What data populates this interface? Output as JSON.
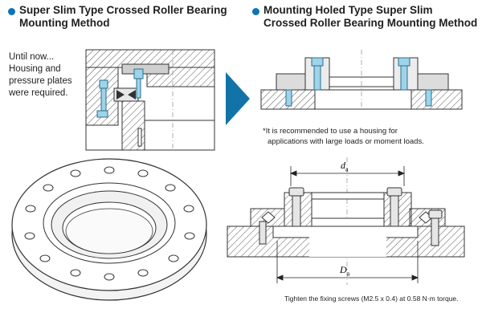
{
  "left_heading": {
    "line1": "Super Slim Type Crossed Roller Bearing",
    "line2": "Mounting Method"
  },
  "right_heading": {
    "line1": "Mounting Holed Type Super Slim",
    "line2": "Crossed Roller Bearing Mounting Method"
  },
  "left_note": [
    "Until now...",
    "Housing and",
    "pressure plates",
    "were required."
  ],
  "recommendation": [
    "*It is recommended to use a housing for",
    "applications with large loads or moment loads."
  ],
  "dimension_labels": {
    "top": {
      "symbol": "d",
      "subscript": "a"
    },
    "bottom": {
      "symbol": "D",
      "subscript": "a"
    }
  },
  "torque_note": "Tighten the fixing screws (M2.5 x 0.4) at 0.58 N·m torque.",
  "colors": {
    "accent": "#0d75b5",
    "bolt_blue": "#9fd3ea",
    "hatch": "#444444",
    "ring_fill": "#f3f3f3"
  },
  "icons": [
    "bullet-dot-icon",
    "arrow-right-icon"
  ]
}
